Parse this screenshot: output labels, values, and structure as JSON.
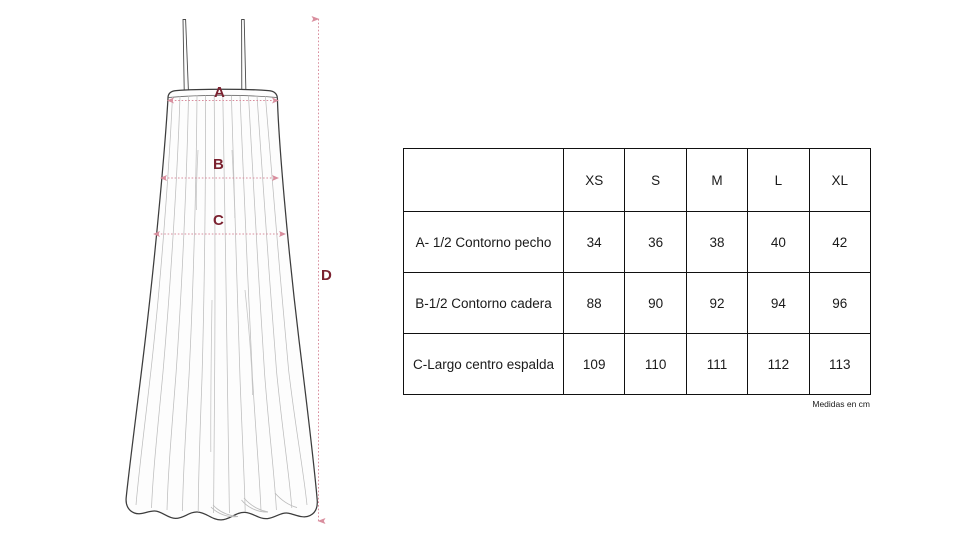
{
  "illustration": {
    "name": "dress-technical-drawing",
    "dimension_markers": [
      {
        "id": "A",
        "label": "A",
        "orientation": "horizontal"
      },
      {
        "id": "B",
        "label": "B",
        "orientation": "horizontal"
      },
      {
        "id": "C",
        "label": "C",
        "orientation": "horizontal"
      },
      {
        "id": "D",
        "label": "D",
        "orientation": "vertical"
      }
    ],
    "colors": {
      "marker_text": "#7b2230",
      "marker_line": "#d98e9e",
      "garment_outline": "#3c3c3c",
      "garment_fold_line": "#b9b9b9",
      "garment_fill": "#fdfdfd"
    }
  },
  "size_table": {
    "name": "size-chart",
    "corner_label": "",
    "sizes": [
      "XS",
      "S",
      "M",
      "L",
      "XL"
    ],
    "rows": [
      {
        "label": "A- 1/2 Contorno pecho",
        "values": [
          "34",
          "36",
          "38",
          "40",
          "42"
        ]
      },
      {
        "label": "B-1/2 Contorno cadera",
        "values": [
          "88",
          "90",
          "92",
          "94",
          "96"
        ]
      },
      {
        "label": "C-Largo centro espalda",
        "values": [
          "109",
          "110",
          "111",
          "112",
          "113"
        ]
      }
    ],
    "note": "Medidas en cm"
  }
}
